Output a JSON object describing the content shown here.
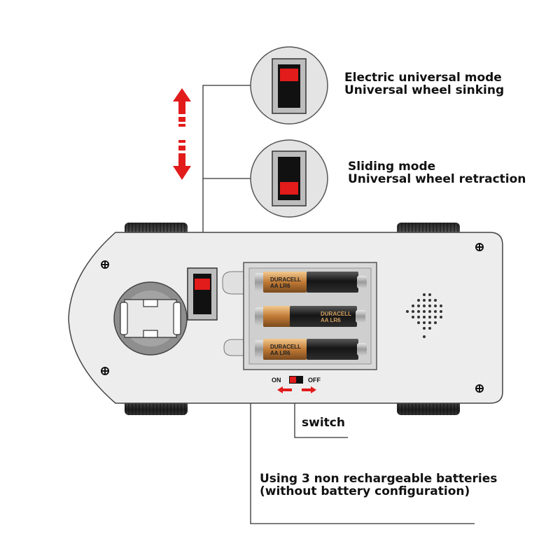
{
  "labels": {
    "electric_mode_line1": "Electric universal mode",
    "electric_mode_line2": "Universal wheel sinking",
    "sliding_mode_line1": "Sliding mode",
    "sliding_mode_line2": "Universal wheel retraction",
    "switch": "switch",
    "batteries_line1": "Using 3 non rechargeable batteries",
    "batteries_line2": "(without battery configuration)",
    "switch_on": "ON",
    "switch_off": "OFF"
  },
  "colors": {
    "accent_red": "#e21b1b",
    "body_gray": "#ededed",
    "outline": "#444444",
    "tire": "#2a2a2a"
  },
  "icons": {
    "up_arrow": "dashed-up-arrow-icon",
    "down_arrow": "dashed-down-arrow-icon",
    "on_off_arrows": "left-right-arrows-icon"
  }
}
